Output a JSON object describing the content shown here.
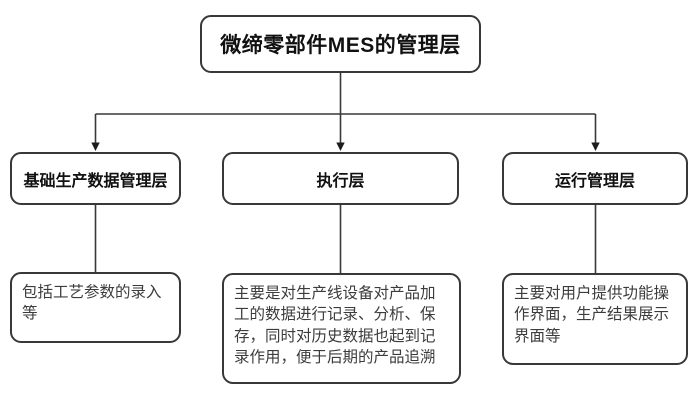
{
  "diagram": {
    "type": "flowchart",
    "root": {
      "label": "微缔零部件MES的管理层"
    },
    "branches": [
      {
        "label": "基础生产数据管理层",
        "description": "包括工艺参数的录入等"
      },
      {
        "label": "执行层",
        "description": "主要是对生产线设备对产品加工的数据进行记录、分析、保存，同时对历史数据也起到记录作用，便于后期的产品追溯"
      },
      {
        "label": "运行管理层",
        "description": "主要对用户提供功能操作界面，生产结果展示界面等"
      }
    ],
    "colors": {
      "background": "#ffffff",
      "box_fill": "#ffffff",
      "box_border": "#383838",
      "connector_line": "#383838",
      "label_text": "#111111",
      "description_text": "#3c3c3c"
    }
  }
}
